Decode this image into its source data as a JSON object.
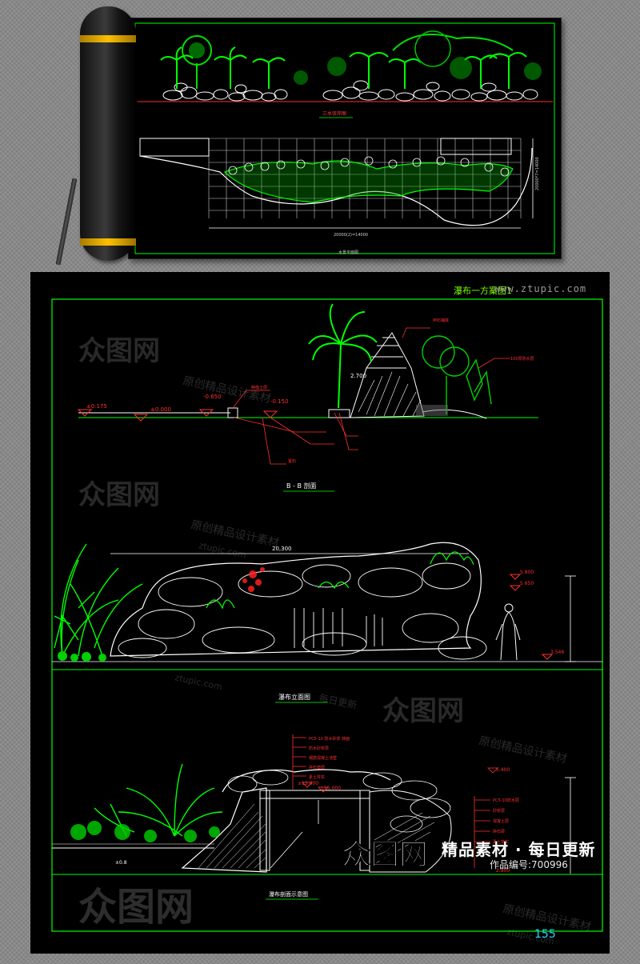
{
  "top_sheet": {
    "elevation_title": "三水驳岸图",
    "plan_title": "水景平面图",
    "dim_bottom": "20000(2)=14000",
    "dim_side": "20000*7=14000"
  },
  "main_sheet": {
    "drawing_tag": "瀑布一方案图1",
    "site_url": "www.ztupic.com",
    "section_title": "B - B 剖面",
    "elevation_title": "瀑布立面图",
    "detail_title": "瀑布剖面示意图",
    "page_number": "155",
    "levels": {
      "l1": "±0.175",
      "l2": "±0.000",
      "l3": "-0.650",
      "l4": "-0.150",
      "peak": "2.700",
      "span": "20,300",
      "h1": "5.800",
      "h2": "5.650",
      "ground": "3.546",
      "top": "±15.000",
      "base": "±13.000",
      "right_top": "5.400",
      "ground2": "±0.8",
      "bottom": "2.800"
    },
    "section_notes": [
      "种植土层",
      "置石",
      "100厚防水层",
      "卵石铺底"
    ],
    "detail_notes": [
      "PC5-10 防水砂浆 抹面",
      "防水砂浆层",
      "钢筋混凝土池壁",
      "碎石垫层",
      "素土夯实"
    ],
    "right_notes": [
      "PC5-10防水层",
      "砂浆层",
      "混凝土层",
      "碎石层",
      "素土夯实"
    ]
  },
  "watermark": {
    "logo": "众图网",
    "tagline": "原创精品设计素材",
    "domain": "ztupic.com",
    "update_text": "每日更新"
  },
  "brand": {
    "slogan": "精品素材 · 每日更新",
    "work_id": "作品编号:700996"
  },
  "colors": {
    "background": "#8c8c8c",
    "sheet": "#000000",
    "frame": "#00ff00",
    "plant": "#00e000",
    "annotation": "#ff2020",
    "line": "#ffffff",
    "roll_band": "#ffc000"
  }
}
